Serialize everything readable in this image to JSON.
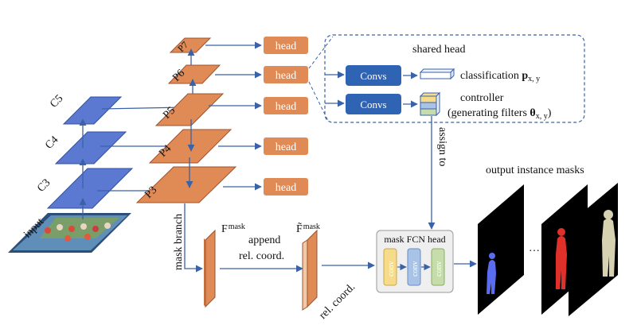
{
  "labels": {
    "input": "input",
    "c3": "C3",
    "c4": "C4",
    "c5": "C5",
    "p3": "P3",
    "p4": "P4",
    "p5": "P5",
    "p6": "P6",
    "p7": "P7",
    "head": "head",
    "shared_head": "shared head",
    "convs": "Convs",
    "classification": "classification",
    "classification_sym": "p",
    "classification_sub": "x, y",
    "controller": "controller",
    "controller_desc": "(generating filters ",
    "controller_sym": "θ",
    "controller_sub": "x, y",
    "controller_close": ")",
    "assign_to": "assign to",
    "mask_branch": "mask branch",
    "f_mask": "F",
    "f_mask_sub": "mask",
    "f_mask_tilde": "F̃",
    "append": "append",
    "rel_coord_dot": "rel. coord.",
    "rel_coord": "rel. coord.",
    "mask_fcn_head": "mask FCN head",
    "conv": "conv",
    "output_instance_masks": "output instance masks",
    "ellipsis": "…"
  },
  "colors": {
    "blue_plane": "#5b79d1",
    "orange_plane": "#e08a55",
    "head_box": "#e08a55",
    "convs_box": "#2f64b5",
    "arrow": "#3a62a8",
    "dashed_border": "#3a62a8",
    "conv_yellow": "#f6dc8a",
    "conv_blue": "#a9c3e6",
    "conv_green": "#c6dcaa",
    "mask_person_1": "#5a6cf0",
    "mask_person_2": "#e0302a",
    "mask_person_3": "#d6d1b0"
  }
}
